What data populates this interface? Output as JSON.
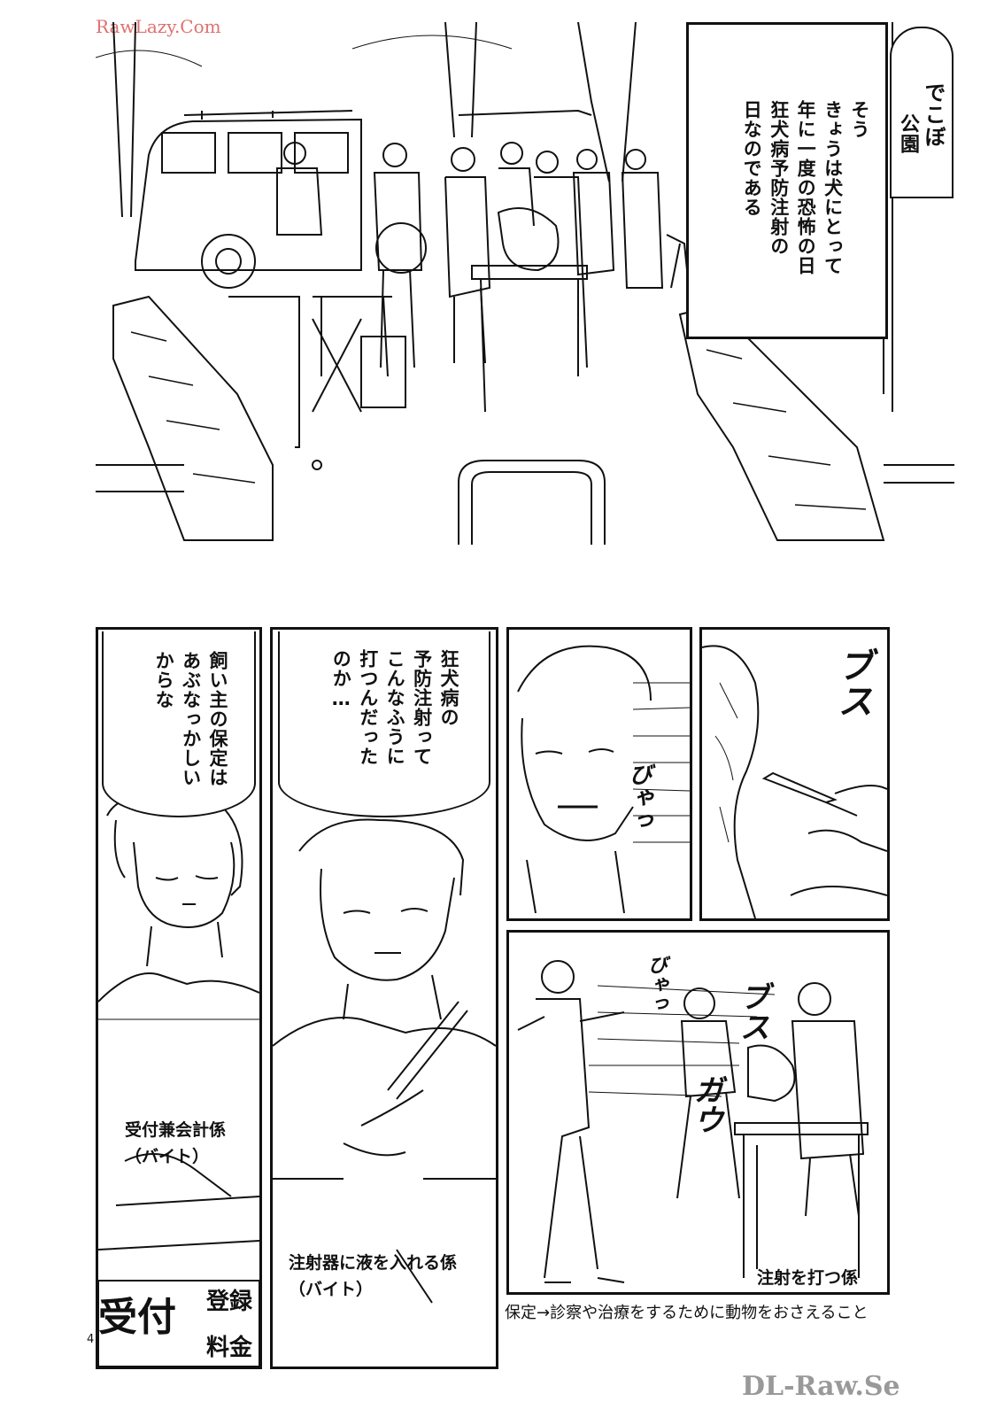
{
  "watermark_top": "RawLazy.Com",
  "watermark_bottom": "DL-Raw.Se",
  "page_number": "4",
  "top_panel": {
    "sign_text": [
      "でこぼ",
      "公園"
    ],
    "caption_lines": [
      "そう",
      "きょうは犬にとって",
      "年に一度の恐怖の日",
      "狂犬病予防注射の",
      "日なのである"
    ]
  },
  "panel_a": {
    "bubble_lines": [
      "飼い主の保定は",
      "あぶなっかしい",
      "からな"
    ],
    "label_lines": [
      "受付兼会計係",
      "（バイト）"
    ],
    "desk_sign": [
      "受付",
      "登録",
      "料金"
    ]
  },
  "panel_b": {
    "bubble_lines": [
      "狂犬病の",
      "予防注射って",
      "こんなふうに",
      "打つんだった",
      "のか…"
    ],
    "label_lines": [
      "注射器に液を入れる係",
      "（バイト）"
    ]
  },
  "panel_c": {
    "sfx": "びゃっ"
  },
  "panel_d": {
    "sfx": "ブス"
  },
  "panel_e": {
    "sfx_1": "びゃっ",
    "sfx_2": "ブス",
    "sfx_3": "ガウ",
    "label": "注射を打つ係"
  },
  "footnote": "保定→診察や治療をするために動物をおさえること"
}
